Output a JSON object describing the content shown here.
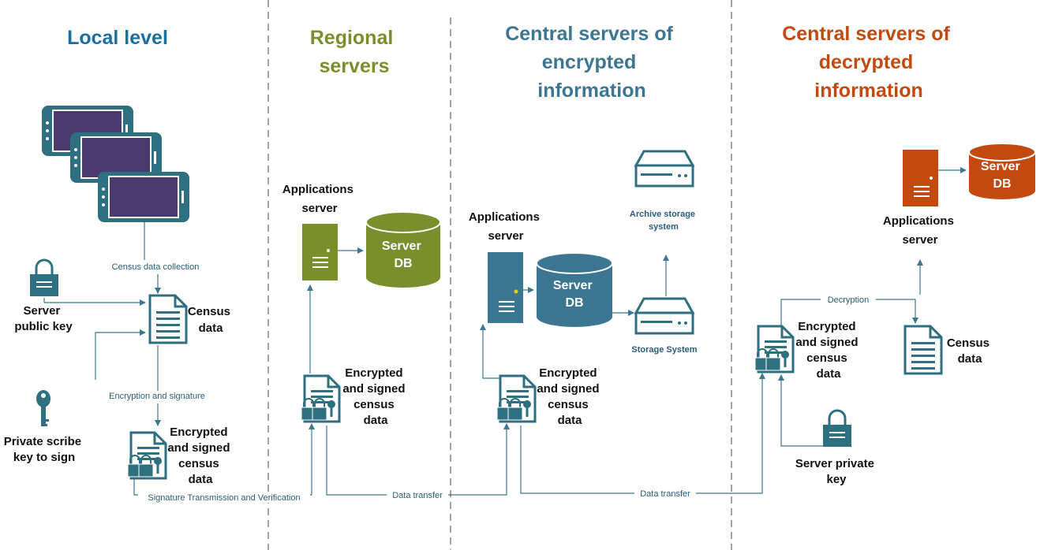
{
  "colors": {
    "blue": "#1a6f9f",
    "green": "#7a8f2b",
    "teal": "#3d7690",
    "orange": "#c24a0e",
    "device": "#2e6f80",
    "line": "#3d7690"
  },
  "columns": {
    "local": [
      "Local level"
    ],
    "regional": [
      "Regional",
      "servers"
    ],
    "central_enc": [
      "Central servers of",
      "encrypted",
      "information"
    ],
    "central_dec": [
      "Central servers of",
      "decrypted",
      "information"
    ]
  },
  "labels": {
    "server_public_key": [
      "Server",
      "public key"
    ],
    "census_data": [
      "Census",
      "data"
    ],
    "private_scribe_key": [
      "Private scribe",
      "key to sign"
    ],
    "encrypted_signed": [
      "Encrypted",
      "and signed",
      "census",
      "data"
    ],
    "applications_server": [
      "Applications",
      "server"
    ],
    "server_db": [
      "Server",
      "DB"
    ],
    "archive_storage": [
      "Archive storage",
      "system"
    ],
    "storage_system": "Storage System",
    "server_private_key": [
      "Server private",
      "key"
    ]
  },
  "flows": {
    "census_collection": "Census data collection",
    "encryption_signature": "Encryption and signature",
    "signature_transmission": "Signature Transmission and Verification",
    "data_transfer_1": "Data transfer",
    "data_transfer_2": "Data transfer",
    "decryption": "Decryption"
  },
  "icons": [
    "tablet-icon",
    "lock-icon",
    "document-icon",
    "key-icon",
    "encrypted-document-icon",
    "server-icon",
    "database-icon",
    "storage-drive-icon"
  ]
}
